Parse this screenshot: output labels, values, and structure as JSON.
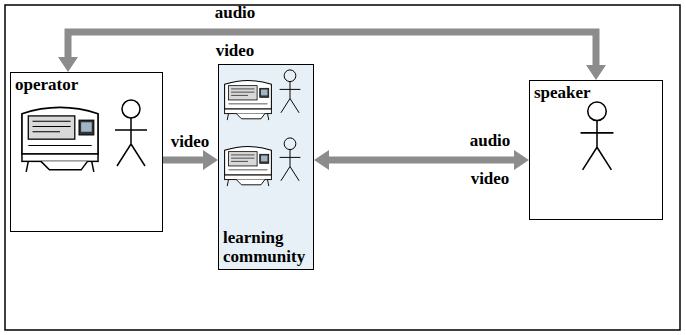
{
  "diagram": {
    "nodes": [
      {
        "text": [
          "operator"
        ]
      },
      {
        "text": [
          "learning community"
        ]
      },
      {
        "text": [
          "speaker"
        ]
      }
    ],
    "edges": [
      {
        "from": 0,
        "to": 1,
        "arrow": "to",
        "label": "video"
      },
      {
        "from": 1,
        "to": 2,
        "arrow": "both",
        "label": "audio video"
      },
      {
        "from": 0,
        "to": 2,
        "arrow": "both",
        "label": "audio video"
      }
    ]
  }
}
